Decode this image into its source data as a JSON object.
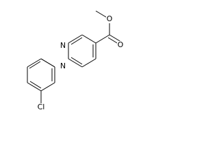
{
  "molecule": {
    "atoms": {
      "n1": "N",
      "n2": "N",
      "o1": "O",
      "o2": "O",
      "cl": "Cl"
    }
  }
}
